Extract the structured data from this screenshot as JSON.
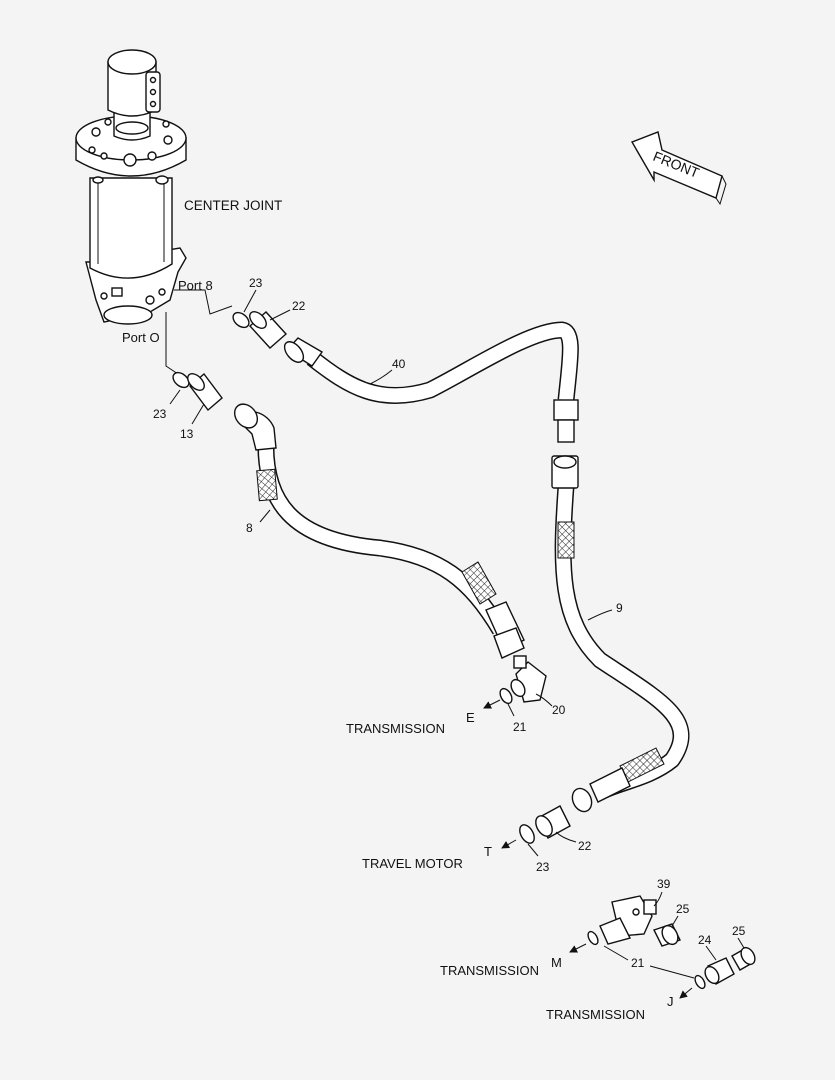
{
  "labels": {
    "center_joint": "CENTER JOINT",
    "port_8": "Port 8",
    "port_o": "Port O",
    "transmission_e": "TRANSMISSION",
    "port_e": "E",
    "travel_motor": "TRAVEL MOTOR",
    "port_t": "T",
    "transmission_m": "TRANSMISSION",
    "port_m": "M",
    "transmission_j": "TRANSMISSION",
    "port_j": "J",
    "front": "FRONT"
  },
  "callouts": {
    "c23_a": "23",
    "c22_a": "22",
    "c40": "40",
    "c23_b": "23",
    "c13": "13",
    "c8": "8",
    "c9": "9",
    "c20": "20",
    "c21_a": "21",
    "c22_b": "22",
    "c23_c": "23",
    "c39": "39",
    "c25_a": "25",
    "c25_b": "25",
    "c24": "24",
    "c21_b": "21"
  }
}
